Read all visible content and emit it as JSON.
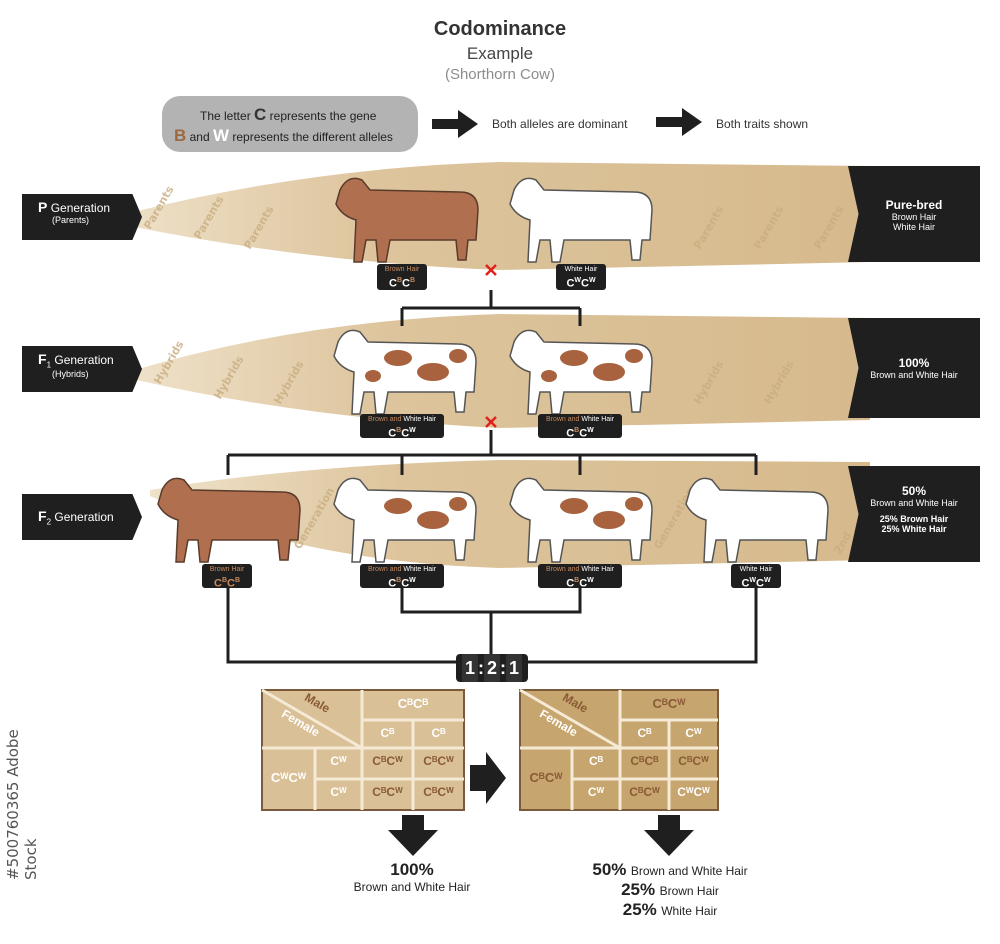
{
  "header": {
    "title": "Codominance",
    "subtitle": "Example",
    "example": "(Shorthorn Cow)"
  },
  "legend": {
    "line1_pre": "The letter ",
    "line1_letter": "C",
    "line1_post": " represents the gene",
    "line2_b": "B",
    "line2_and": " and ",
    "line2_w": "W",
    "line2_post": " represents the different alleles"
  },
  "flow": {
    "step1": "Both alleles are dominant",
    "step2": "Both traits shown"
  },
  "generations": {
    "p": {
      "letter": "P",
      "label": "Generation",
      "sub": "(Parents)",
      "band_word": "Parents"
    },
    "f1": {
      "letter": "F",
      "index": "1",
      "label": "Generation",
      "sub": "(Hybrids)",
      "band_word": "Hybrids"
    },
    "f2": {
      "letter": "F",
      "index": "2",
      "label": "Generation",
      "band_word": "2nd Generation"
    }
  },
  "right_boxes": {
    "p": {
      "l1": "Pure-bred",
      "l2": "Brown Hair",
      "l3": "White Hair"
    },
    "f1": {
      "l1": "100%",
      "l2": "Brown and White Hair"
    },
    "f2": {
      "l1": "50%",
      "l2": "Brown and White Hair",
      "l3": "25% Brown Hair",
      "l4": "25% White Hair"
    }
  },
  "cross_symbol": "×",
  "genotypes": {
    "p_brown": {
      "label": "Brown Hair",
      "gene": "C",
      "sup1": "B",
      "sup2": "B"
    },
    "p_white": {
      "label": "White Hair",
      "gene": "C",
      "sup1": "W",
      "sup2": "W"
    },
    "f1_a": {
      "label_brown": "Brown and",
      "label_white": "White Hair",
      "sup1": "B",
      "sup2": "W"
    },
    "f1_b": {
      "label_brown": "Brown and",
      "label_white": "White Hair",
      "sup1": "B",
      "sup2": "W"
    },
    "f2_a": {
      "label": "Brown Hair",
      "sup1": "B",
      "sup2": "B"
    },
    "f2_b": {
      "label_brown": "Brown and",
      "label_white": "White Hair",
      "sup1": "B",
      "sup2": "W"
    },
    "f2_c": {
      "label_brown": "Brown and",
      "label_white": "White Hair",
      "sup1": "B",
      "sup2": "W"
    },
    "f2_d": {
      "label": "White Hair",
      "sup1": "W",
      "sup2": "W"
    }
  },
  "ratio": {
    "a": "1",
    "sep": ":",
    "b": "2",
    "c": "1"
  },
  "punnett1": {
    "male": "Male",
    "female": "Female",
    "top": "CᴮCᴮ",
    "col1": "Cᴮ",
    "col2": "Cᴮ",
    "left": "CᵂCᵂ",
    "row1": "Cᵂ",
    "row2": "Cᵂ",
    "cells": [
      "CᴮCᵂ",
      "CᴮCᵂ",
      "CᴮCᵂ",
      "CᴮCᵂ"
    ]
  },
  "punnett2": {
    "male": "Male",
    "female": "Female",
    "top": "CᴮCᵂ",
    "col1": "Cᴮ",
    "col2": "Cᵂ",
    "left": "CᴮCᵂ",
    "row1": "Cᴮ",
    "row2": "Cᵂ",
    "cells": [
      "CᴮCᴮ",
      "CᴮCᵂ",
      "CᴮCᵂ",
      "CᵂCᵂ"
    ]
  },
  "results": {
    "r1_pct": "100%",
    "r1_txt": "Brown and White Hair",
    "r2_pct1": "50%",
    "r2_txt1": "Brown and White Hair",
    "r2_pct2": "25%",
    "r2_txt2": "Brown Hair",
    "r2_pct3": "25%",
    "r2_txt3": "White Hair"
  },
  "watermark": "#500760365  Adobe Stock",
  "colors": {
    "band": "#ddc49c",
    "band_light": "#efe2cb",
    "brown_cow": "#b07050",
    "spot": "#a8623e",
    "dark": "#1f1f1f",
    "punnett1": "#d9c096",
    "punnett2": "#c7a56e",
    "cross": "#e0201a"
  }
}
